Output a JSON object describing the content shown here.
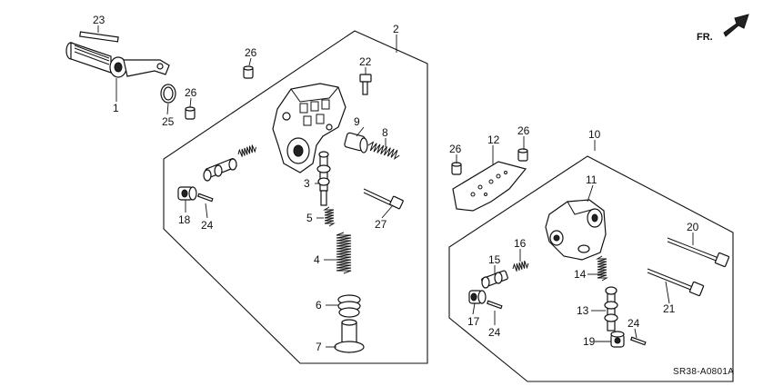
{
  "diagram_code": "SR38-A0801A",
  "direction_label": "FR.",
  "callouts": {
    "c1": "1",
    "c2": "2",
    "c3": "3",
    "c4": "4",
    "c5": "5",
    "c6": "6",
    "c7": "7",
    "c8": "8",
    "c9": "9",
    "c10": "10",
    "c11": "11",
    "c12": "12",
    "c13": "13",
    "c14": "14",
    "c15": "15",
    "c16": "16",
    "c17": "17",
    "c18": "18",
    "c19": "19",
    "c20": "20",
    "c21": "21",
    "c22": "22",
    "c23": "23",
    "c24a": "24",
    "c24b": "24",
    "c24c": "24",
    "c25": "25",
    "c26a": "26",
    "c26b": "26",
    "c26c": "26",
    "c26d": "26",
    "c27": "27"
  }
}
